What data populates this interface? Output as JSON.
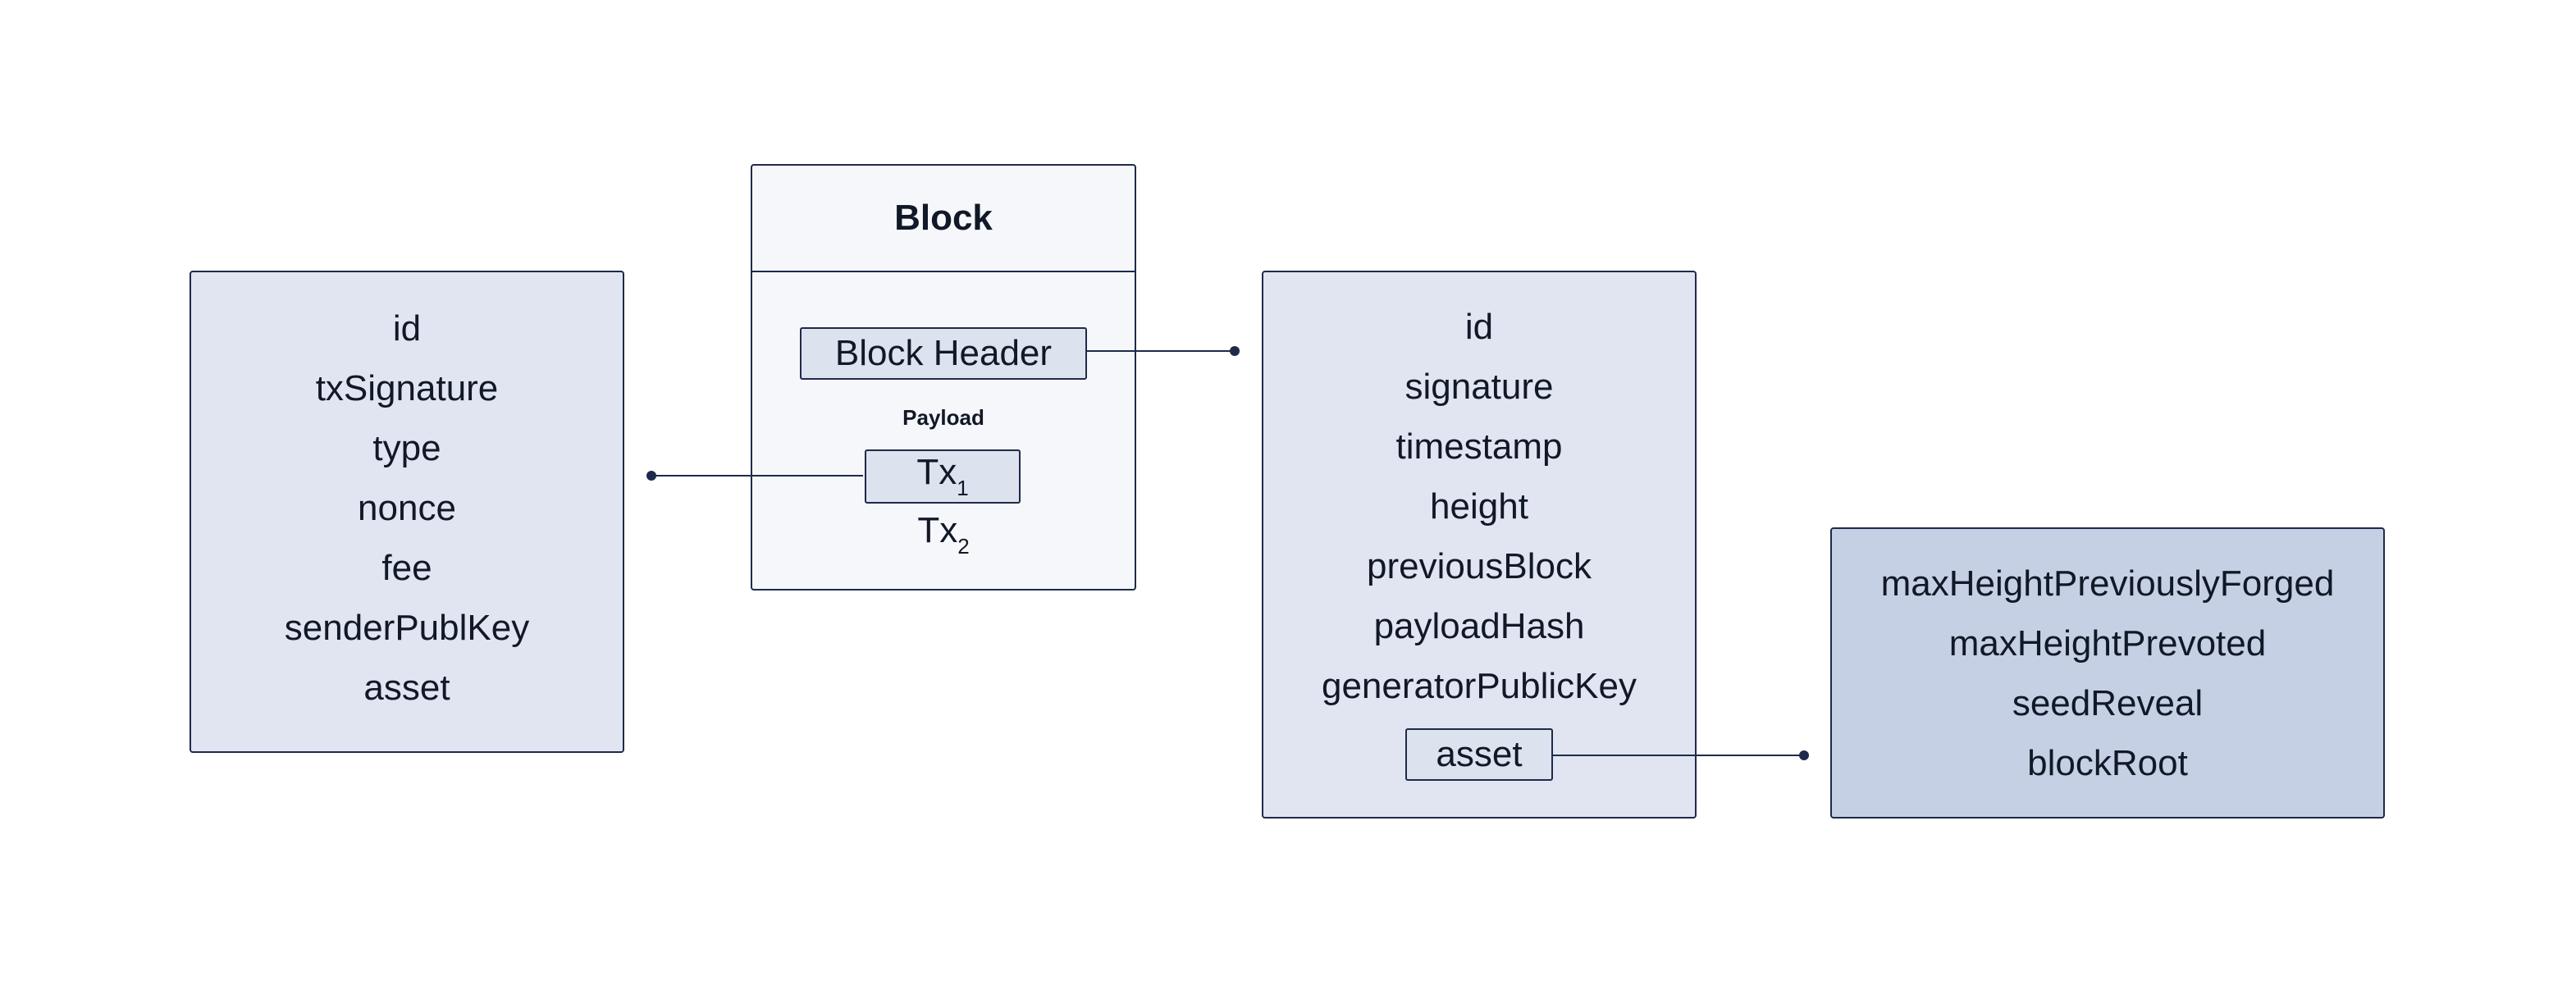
{
  "transaction": {
    "fields": [
      "id",
      "txSignature",
      "type",
      "nonce",
      "fee",
      "senderPublKey",
      "asset"
    ]
  },
  "block": {
    "title": "Block",
    "header_label": "Block Header",
    "payload_label": "Payload",
    "tx1": {
      "base": "Tx",
      "sub": "1"
    },
    "tx2": {
      "base": "Tx",
      "sub": "2"
    }
  },
  "block_header": {
    "fields": [
      "id",
      "signature",
      "timestamp",
      "height",
      "previousBlock",
      "payloadHash",
      "generatorPublicKey"
    ],
    "asset_label": "asset"
  },
  "asset_panel": {
    "fields": [
      "maxHeightPreviouslyForged",
      "maxHeightPrevoted",
      "seedReveal",
      "blockRoot"
    ]
  },
  "colors": {
    "panel_fill": "#e0e5f1",
    "asset_panel_fill": "#c6d0e4",
    "block_fill": "#f6f7fa",
    "stroke": "#1e2a4a"
  }
}
